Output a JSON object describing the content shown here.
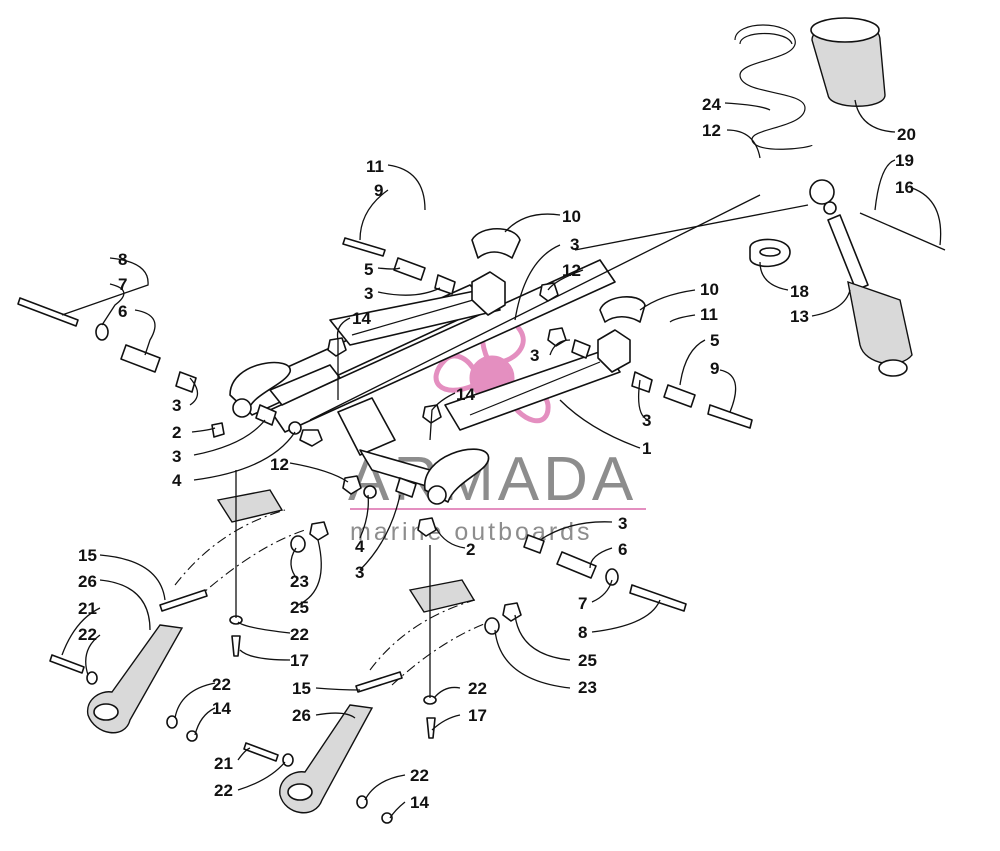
{
  "watermark": {
    "brand": "ARMADA",
    "tagline": "marine outboards",
    "logo_color": "#e48fc0",
    "text_color": "#8d8d8d"
  },
  "callouts": [
    {
      "id": "c-8a",
      "label": "8"
    },
    {
      "id": "c-7a",
      "label": "7"
    },
    {
      "id": "c-6a",
      "label": "6"
    },
    {
      "id": "c-3a",
      "label": "3"
    },
    {
      "id": "c-2a",
      "label": "2"
    },
    {
      "id": "c-3b",
      "label": "3"
    },
    {
      "id": "c-4a",
      "label": "4"
    },
    {
      "id": "c-11a",
      "label": "11"
    },
    {
      "id": "c-9a",
      "label": "9"
    },
    {
      "id": "c-10a",
      "label": "10"
    },
    {
      "id": "c-5a",
      "label": "5"
    },
    {
      "id": "c-3c",
      "label": "3"
    },
    {
      "id": "c-14a",
      "label": "14"
    },
    {
      "id": "c-3d",
      "label": "3"
    },
    {
      "id": "c-12a",
      "label": "12"
    },
    {
      "id": "c-3e",
      "label": "3"
    },
    {
      "id": "c-14b",
      "label": "14"
    },
    {
      "id": "c-12b",
      "label": "12"
    },
    {
      "id": "c-4b",
      "label": "4"
    },
    {
      "id": "c-3f",
      "label": "3"
    },
    {
      "id": "c-2b",
      "label": "2"
    },
    {
      "id": "c-3g",
      "label": "3"
    },
    {
      "id": "c-6b",
      "label": "6"
    },
    {
      "id": "c-7b",
      "label": "7"
    },
    {
      "id": "c-8b",
      "label": "8"
    },
    {
      "id": "c-10b",
      "label": "10"
    },
    {
      "id": "c-11b",
      "label": "11"
    },
    {
      "id": "c-5b",
      "label": "5"
    },
    {
      "id": "c-9b",
      "label": "9"
    },
    {
      "id": "c-3h",
      "label": "3"
    },
    {
      "id": "c-1",
      "label": "1"
    },
    {
      "id": "c-24",
      "label": "24"
    },
    {
      "id": "c-12c",
      "label": "12"
    },
    {
      "id": "c-20",
      "label": "20"
    },
    {
      "id": "c-19",
      "label": "19"
    },
    {
      "id": "c-16",
      "label": "16"
    },
    {
      "id": "c-18",
      "label": "18"
    },
    {
      "id": "c-13",
      "label": "13"
    },
    {
      "id": "c-15a",
      "label": "15"
    },
    {
      "id": "c-26a",
      "label": "26"
    },
    {
      "id": "c-21a",
      "label": "21"
    },
    {
      "id": "c-22a",
      "label": "22"
    },
    {
      "id": "c-23a",
      "label": "23"
    },
    {
      "id": "c-25a",
      "label": "25"
    },
    {
      "id": "c-22b",
      "label": "22"
    },
    {
      "id": "c-17a",
      "label": "17"
    },
    {
      "id": "c-22c",
      "label": "22"
    },
    {
      "id": "c-14c",
      "label": "14"
    },
    {
      "id": "c-25b",
      "label": "25"
    },
    {
      "id": "c-23b",
      "label": "23"
    },
    {
      "id": "c-15b",
      "label": "15"
    },
    {
      "id": "c-22d",
      "label": "22"
    },
    {
      "id": "c-26b",
      "label": "26"
    },
    {
      "id": "c-17b",
      "label": "17"
    },
    {
      "id": "c-21b",
      "label": "21"
    },
    {
      "id": "c-22e",
      "label": "22"
    },
    {
      "id": "c-22f",
      "label": "22"
    },
    {
      "id": "c-14d",
      "label": "14"
    }
  ]
}
